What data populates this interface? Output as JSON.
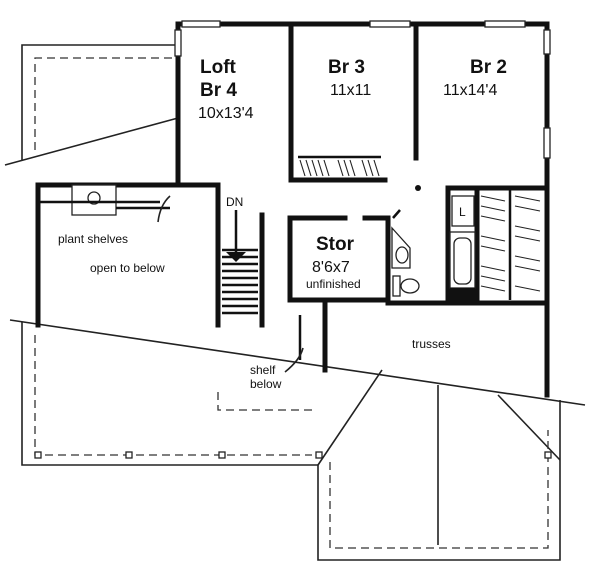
{
  "rooms": {
    "loft": {
      "name_line1": "Loft",
      "name_line2": "Br 4",
      "dims": "10x13'4"
    },
    "br3": {
      "name": "Br 3",
      "dims": "11x11"
    },
    "br2": {
      "name": "Br 2",
      "dims": "11x14'4"
    },
    "stor": {
      "name": "Stor",
      "dims": "8'6x7",
      "note": "unfinished"
    }
  },
  "labels": {
    "dn": "DN",
    "plant_shelves": "plant shelves",
    "open_to_below": "open to below",
    "trusses": "trusses",
    "shelf_line1": "shelf",
    "shelf_line2": "below",
    "laundry": "L"
  }
}
